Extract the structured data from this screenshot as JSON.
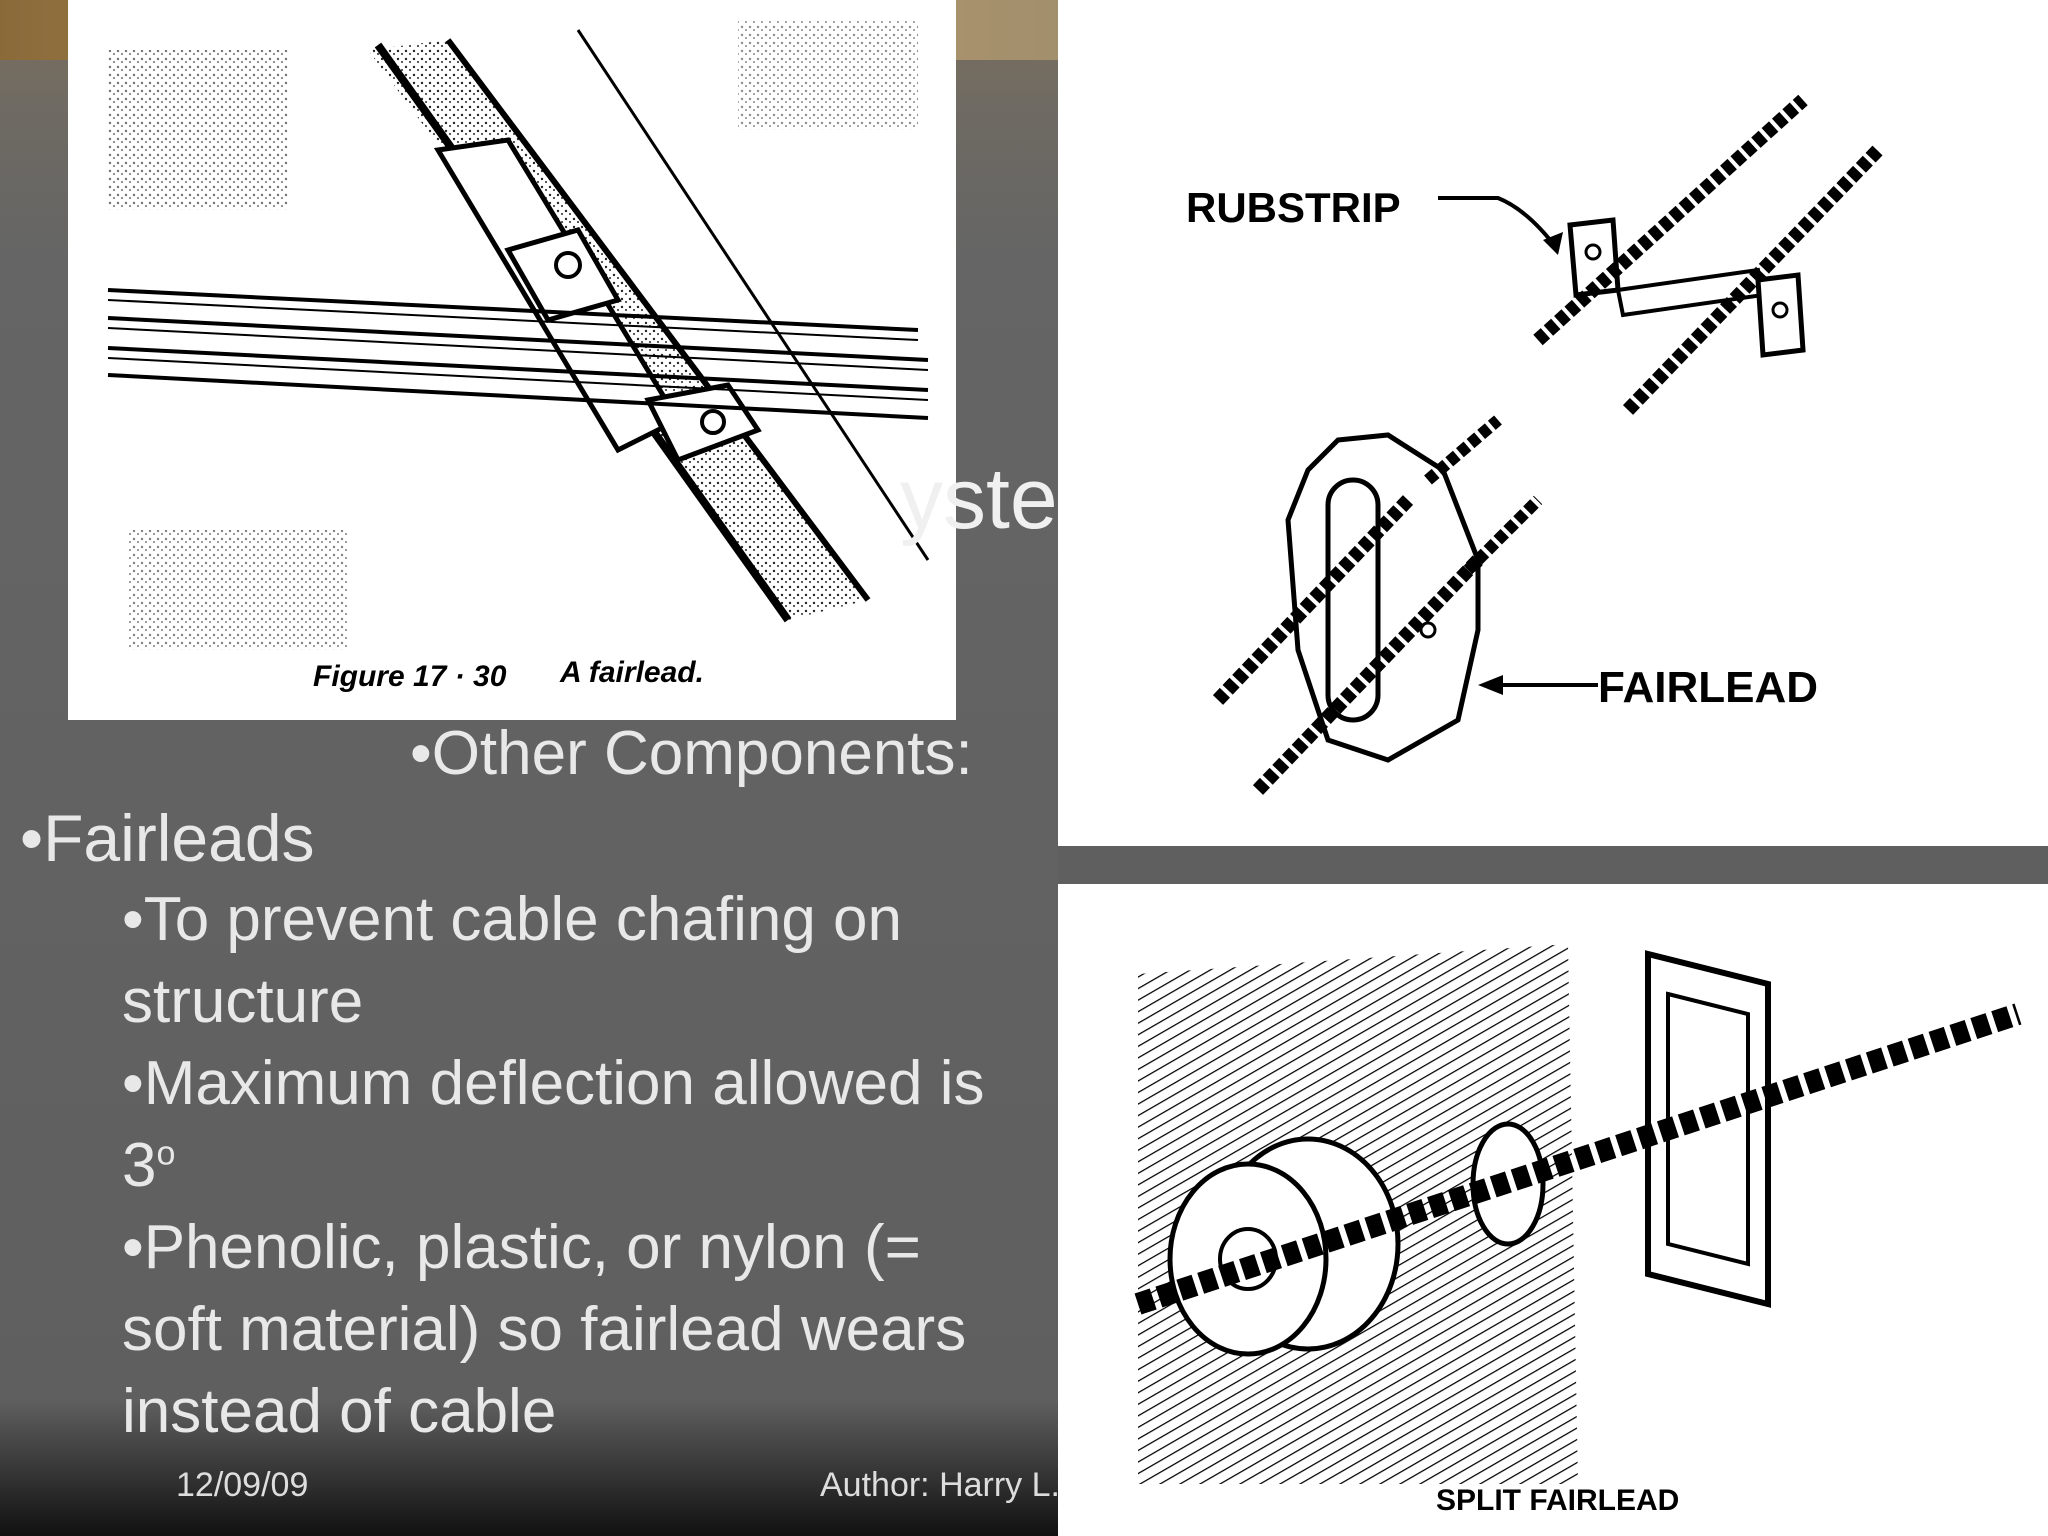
{
  "slide": {
    "title_fragment": "yste",
    "subheading": "•Other Components:",
    "bullet_main": "•Fairleads",
    "sub_bullets": [
      "•To prevent cable chafing on",
      "structure",
      "•Maximum deflection allowed is",
      "3",
      "•Phenolic, plastic, or nylon (=",
      "soft material) so fairlead wears",
      "instead of cable"
    ],
    "degree_mark": "o",
    "footer_date": "12/09/09",
    "footer_author": "Author:  Harry L."
  },
  "figures": {
    "figure1_caption_number": "Figure 17 · 30",
    "figure1_caption_text": "A fairlead.",
    "figure2_label_rubstrip": "RUBSTRIP",
    "figure2_label_fairlead": "FAIRLEAD",
    "figure3_label": "SPLIT FAIRLEAD"
  }
}
